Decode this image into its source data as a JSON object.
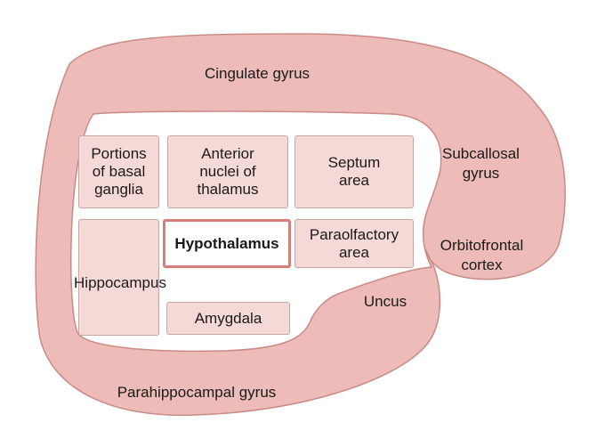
{
  "colors": {
    "outer_fill": "#edbcb8",
    "outer_stroke": "#c98a85",
    "box_fill": "#f5d9d6",
    "box_stroke": "#c9a6a2",
    "highlight_stroke": "#d77e78"
  },
  "outer_labels": {
    "cingulate": "Cingulate gyrus",
    "subcallosal": "Subcallosal\ngyrus",
    "orbitofrontal": "Orbitofrontal\ncortex",
    "uncus": "Uncus",
    "parahippocampal": "Parahippocampal gyrus"
  },
  "boxes": {
    "basal_ganglia": "Portions\nof basal\nganglia",
    "anterior_nuclei": "Anterior\nnuclei of\nthalamus",
    "septum": "Septum\narea",
    "hypothalamus": "Hypothalamus",
    "paraolfactory": "Paraolfactory\narea",
    "hippocampus": "Hippocampus",
    "amygdala": "Amygdala"
  }
}
